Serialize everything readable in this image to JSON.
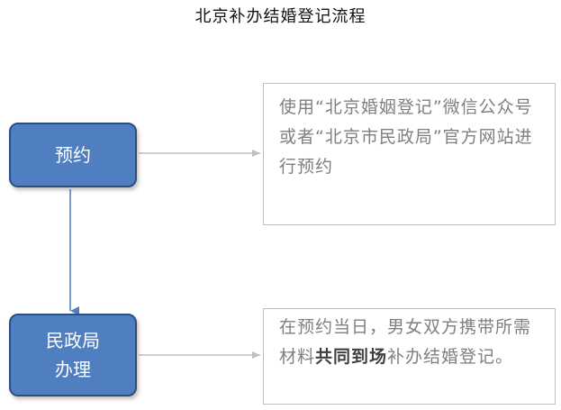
{
  "title": "北京补办结婚登记流程",
  "steps": [
    {
      "lines": [
        "预约"
      ],
      "description": [
        {
          "text": "使用“北京婚姻登记”微信公众号或者“北京市民政局”官方网站进行预约",
          "emphasis": false
        }
      ]
    },
    {
      "lines": [
        "民政局",
        "办理"
      ],
      "description": [
        {
          "text": "在预约当日，男女双方携带所需材料",
          "emphasis": false
        },
        {
          "text": "共同到场",
          "emphasis": true
        },
        {
          "text": "补办结婚登记。",
          "emphasis": false
        }
      ]
    }
  ],
  "colors": {
    "step_fill": "#4f7fc0",
    "step_border": "#2c4f80",
    "connector_gray": "#bfbfbf",
    "connector_blue": "#4f7fc0",
    "desc_text": "#7f7f7f",
    "desc_border": "#bfbfbf"
  }
}
